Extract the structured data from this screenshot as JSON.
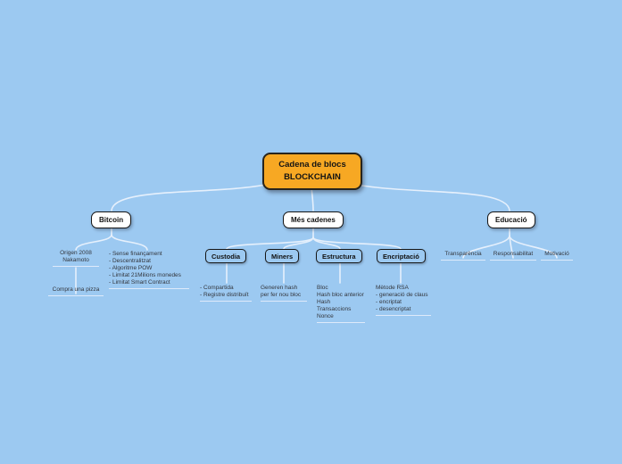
{
  "canvas": {
    "background_color": "#9CC9F1",
    "connector_color": "#E6F0FC"
  },
  "root": {
    "label": "Cadena de blocs\nBLOCKCHAIN",
    "fill_color": "#F7A823"
  },
  "branches": {
    "bitcoin": {
      "label": "Bitcoin",
      "origen": {
        "text": "Origen 2008\nNakamoto",
        "child": "Compra una pizza"
      },
      "features": "- Sense finançament\n- Descentralitzat\n- Algoritme POW\n- Limitat 21Milions monedes\n- Limitat Smart Contract"
    },
    "mes_cadenes": {
      "label": "Més cadenes",
      "children": [
        {
          "label": "Custodia",
          "notes": "- Compartida\n- Registre distribuït"
        },
        {
          "label": "Miners",
          "notes": "Generen hash\nper fer nou bloc"
        },
        {
          "label": "Estructura",
          "notes": "Bloc\nHash bloc anterior\nHash Transaccions\nNonce"
        },
        {
          "label": "Encriptació",
          "notes": "Mètode RSA\n- generació de claus\n- encriptat\n- desencriptat"
        }
      ]
    },
    "educacio": {
      "label": "Educació",
      "children": [
        {
          "label": "Transparència"
        },
        {
          "label": "Responsabilitat"
        },
        {
          "label": "Motivació"
        }
      ]
    }
  }
}
